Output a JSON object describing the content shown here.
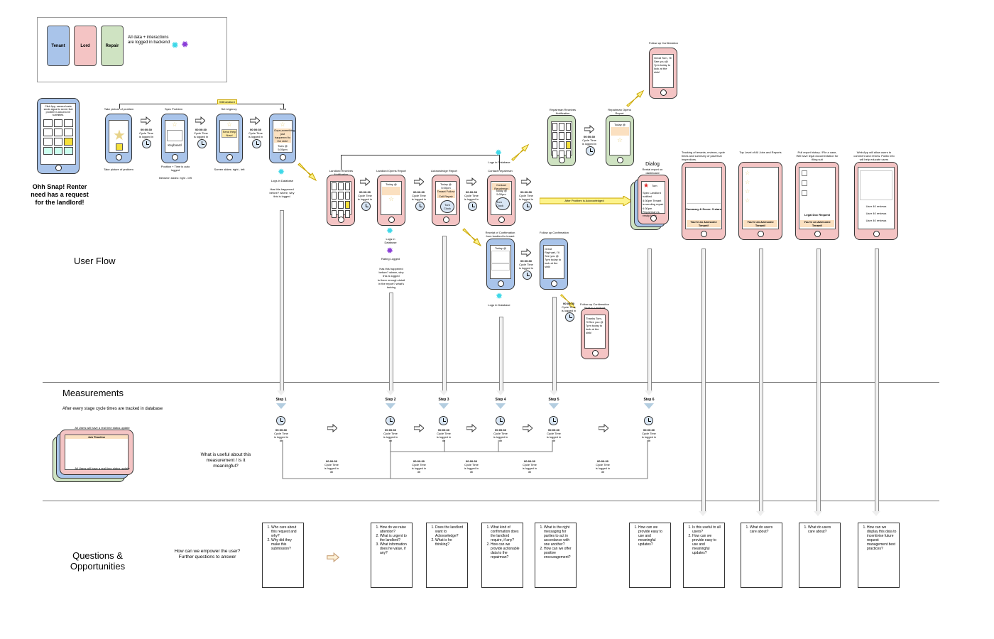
{
  "legend": {
    "roles": [
      {
        "label": "Tenant",
        "color": "#a9c4ea"
      },
      {
        "label": "Lord",
        "color": "#f4c4c4"
      },
      {
        "label": "Repair",
        "color": "#cfe3c2"
      }
    ],
    "note": "All data + interactions are logged in backend"
  },
  "intro": {
    "caption": "Ohh Snap! Renter need has a request for the landlord!",
    "phone_text": "Click App, camera loads sends signal to server that problem is about to be submitted."
  },
  "sections": {
    "user_flow": "User Flow",
    "measurements": "Measurements",
    "questions": "Questions & Opportunities"
  },
  "measurements": {
    "subtitle": "After every stage cycle times are tracked in database",
    "question": "What is useful about this measurement / is it meaningful?",
    "timer": "00:00:30",
    "timer_caption": "Cycle Time is logged in db",
    "dashboard_top": "All Users will have a real time status update",
    "dashboard_bottom": "All Users will have a real time status update",
    "dashboard_title": "Job Timeline",
    "steps": [
      "Step 1",
      "Step 2",
      "Step 3",
      "Step 4",
      "Step 5",
      "Step 6"
    ]
  },
  "questions": {
    "prompt": "How can we empower the user? Further questions to answer",
    "boxes": [
      [
        "Who care about this request and why?",
        "Why did they make this submission?"
      ],
      [
        "How do we raise attention?",
        "What is urgent to the landlord?",
        "What information does he value, if any?"
      ],
      [
        "Does the landlord want to Acknowledge?",
        "What is he thinking?"
      ],
      [
        "What kind of confirmation does the landlord require, if any?",
        "How can we provide actionable data to the repairman?"
      ],
      [
        "What is the right messaging for parties to act in accordance with one another?",
        "How can we offer positive encouragement?"
      ],
      [
        "How can we provide easy to use and meaningful updates?"
      ],
      [
        "Is this useful to all users?",
        "How can we provide easy to use and meaningful updates?"
      ],
      [
        "What do users care about?"
      ],
      [
        "What do users care about?"
      ],
      [
        "How can we display this data to incentivise future request management best practices?"
      ]
    ]
  },
  "flow": {
    "tenant_header": "Will landlord",
    "screens": {
      "take_picture": {
        "title": "Take picture of problem",
        "caption": "Take picture of problem"
      },
      "spec_problem": {
        "title": "Spec Problem",
        "keyboard": "Keyboard",
        "caption": "Position + Time is auto logged",
        "sub": "Between slides: right - left"
      },
      "set_urgency": {
        "title": "Set Urgency",
        "button": "Send Help Now!",
        "caption": "Screen slides: right - left"
      },
      "send": {
        "title": "Send",
        "msg": "Oops,something just happened to the sink!",
        "time": "Tues @ 5:00pm",
        "caption": "Logs in Database",
        "sub": "Has this happened before? where, why this is logged"
      },
      "landlord_notification": {
        "title": "Landlord Receives Notification"
      },
      "landlord_opens": {
        "title": "Landlord Opens Report",
        "time": "Today @ 5:00pm",
        "caption1": "Logs in Database",
        "caption2": "Rating Logged",
        "sub": "Has this happened before? where, why this is logged",
        "sub2": "Is there enough detail in the report? what's lacking"
      },
      "acknowledge": {
        "title": "Acknowledge Report",
        "time": "Today @ 5:00pm",
        "b1": "Tenant Follow up",
        "b2": "Call Repair",
        "clock": "Turn Clock"
      },
      "contact_repairman": {
        "title": "Contact Repairman",
        "caption": "Logs in Database",
        "b1": "Contact Repairman",
        "time": "Today @ 5:00pm",
        "clock": "Turn Clock"
      },
      "receipt": {
        "title": "Receipt of Confirmation from landlord to tenant",
        "time": "Today @ 5:05pm",
        "caption": "Logs in Database"
      },
      "followup1": {
        "title": "Follow up Confirmation",
        "msg": "Great Raphael, I'll See you @ 7pm today to look at the sink!"
      },
      "followup2": {
        "title": "Follow up Confirmation Sent to Landlord",
        "msg": "Thanks Tom, I'll See you @ 7pm today to look at the sink!"
      },
      "repairman_notification": {
        "title": "Repairman Receives Notification"
      },
      "repairman_opens": {
        "title": "Repairman Opens Report",
        "time": "Today @ 5:00pm"
      },
      "followup_top": {
        "title": "Follow up Confirmation",
        "msg": "Great Tom, I'll See you @ 7pm today to look at the sink!"
      },
      "dialog": {
        "title": "Dialog",
        "sub": "Rental report on dashboard",
        "name": "Tom",
        "line1": "Spec Landlord notified",
        "line2": "5:30pm Tenant is sending repair",
        "line3": "6:30pm Repairman is ready to fix"
      },
      "banner": "After Problem is Acknowledged",
      "dash1": {
        "title": "Tracking of tenants, reviews, cycle times and summary of past final inspections.",
        "summary": "Summary & Score: 5 stars",
        "award": "You're an Awesome Tenant!"
      },
      "dash2": {
        "title": "Top Level of All Jobs and Reports",
        "award": "You're an Awesome Tenant!"
      },
      "dash3": {
        "title": "Pull report history / File a case, Will have legal documentation for filing suit",
        "doc": "Legal Doc Request",
        "award": "You're an Awesome Tenant!"
      },
      "dash4": {
        "title": "Web App will allow users to comment and review. Public info will help educate users",
        "item": "User 40 reviews"
      }
    },
    "timer": "00:00:30",
    "timer_caption": "Cycle Time is logged in db"
  }
}
